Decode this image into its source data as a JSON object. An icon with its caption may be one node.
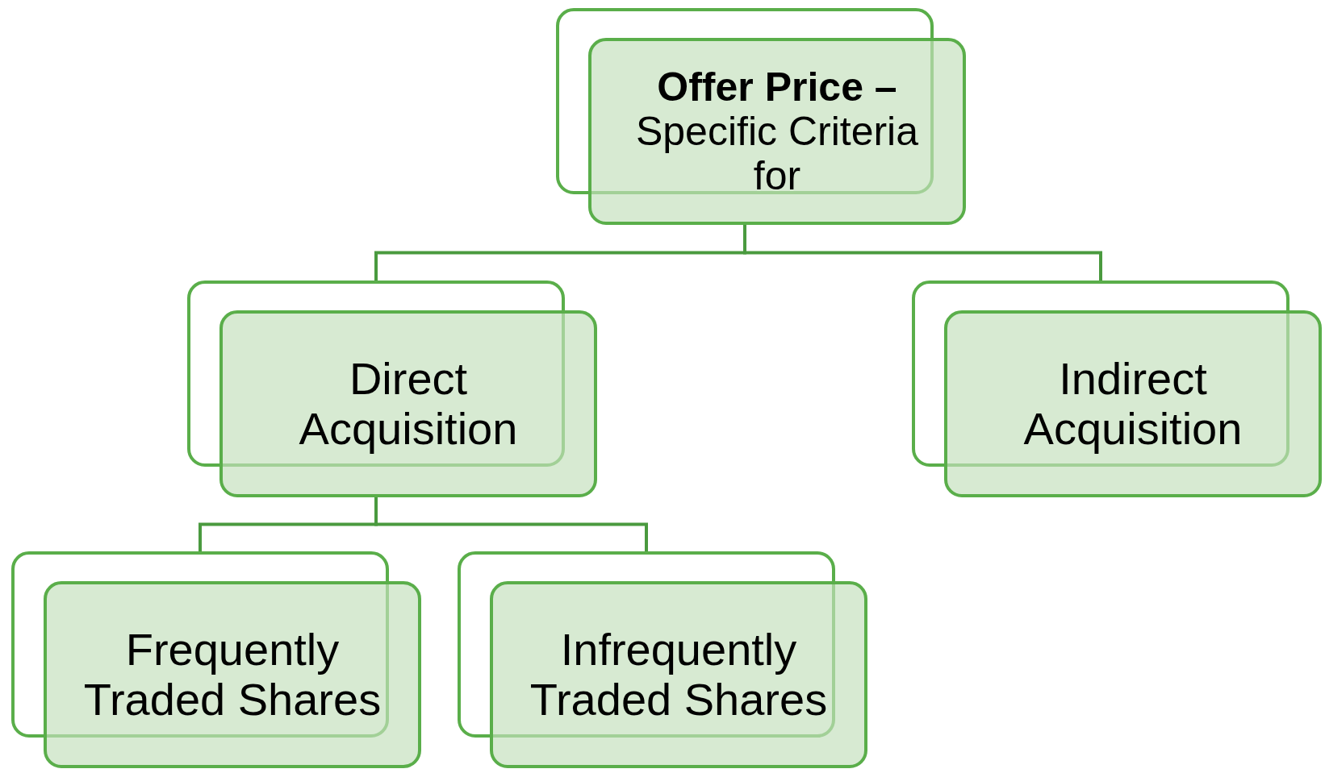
{
  "diagram": {
    "nodes": [
      {
        "text": [
          "**Offer Price –** Specific Criteria for"
        ]
      },
      {
        "text": [
          "Direct Acquisition"
        ]
      },
      {
        "text": [
          "Indirect Acquisition"
        ]
      },
      {
        "text": [
          "Frequently Traded Shares"
        ]
      },
      {
        "text": [
          "Infrequently Traded Shares"
        ]
      }
    ],
    "edges": [
      {
        "from": 0,
        "to": 1,
        "arrow": "none"
      },
      {
        "from": 0,
        "to": 2,
        "arrow": "none"
      },
      {
        "from": 1,
        "to": 3,
        "arrow": "none"
      },
      {
        "from": 1,
        "to": 4,
        "arrow": "none"
      }
    ]
  }
}
